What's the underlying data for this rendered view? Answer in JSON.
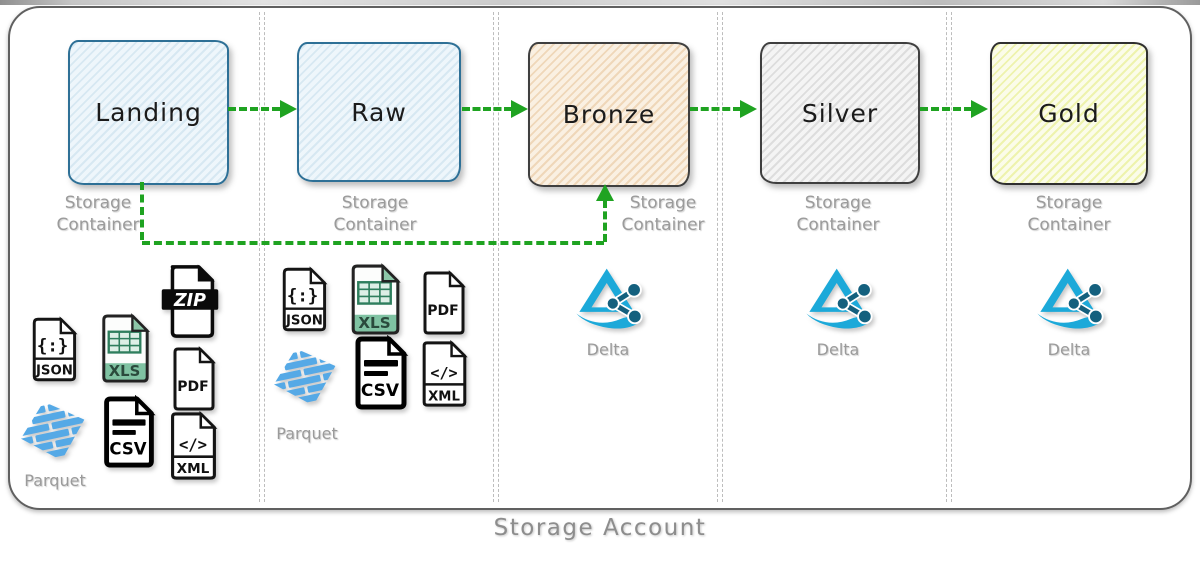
{
  "diagram_title": "Storage Account",
  "zones": [
    {
      "name": "Landing",
      "type_line1": "Storage",
      "type_line2": "Container"
    },
    {
      "name": "Raw",
      "type_line1": "Storage",
      "type_line2": "Container"
    },
    {
      "name": "Bronze",
      "type_line1": "Storage",
      "type_line2": "Container"
    },
    {
      "name": "Silver",
      "type_line1": "Storage",
      "type_line2": "Container"
    },
    {
      "name": "Gold",
      "type_line1": "Storage",
      "type_line2": "Container"
    }
  ],
  "delta_label": "Delta",
  "parquet_label": "Parquet",
  "file_icons": {
    "json_label": "JSON",
    "json_glyph": "{:}",
    "xls_label": "XLS",
    "zip_label": "ZIP",
    "pdf_label": "PDF",
    "csv_label": "CSV",
    "xml_label": "XML",
    "xml_glyph": "</>"
  },
  "colors": {
    "flow_green": "#1fa321",
    "blue_box_border": "#2e7096",
    "blue_box_fill": "#e3eff7",
    "bronze_fill": "#f5e3cc",
    "silver_fill": "#e9e9e9",
    "gold_fill": "#f4f7bb",
    "delta_cyan": "#1ca9d9",
    "delta_teal": "#14607e",
    "parquet_blue": "#55a9e6",
    "xls_green": "#7fc2a2",
    "label_gray": "#9b9b9b"
  }
}
